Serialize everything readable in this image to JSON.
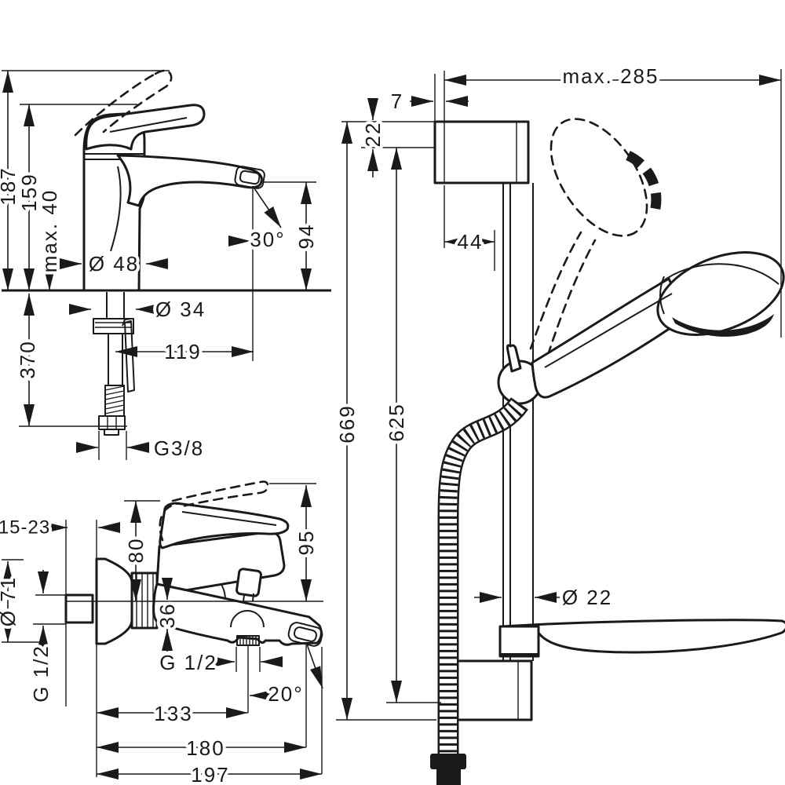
{
  "labels": {
    "basin": {
      "h_total": "187",
      "h_open": "159",
      "deck_max": "max. 40",
      "dia_base": "Ø 48",
      "dia_drain": "Ø 34",
      "reach": "119",
      "hose_len": "370",
      "thread": "G3/8",
      "spout_h": "94",
      "spray_angle": "30°"
    },
    "bath": {
      "wall_depth": "15-23",
      "dia_escutcheon": "Ø 71",
      "thread_wall": "G 1/2",
      "h_handle": "80",
      "h_tip": "95",
      "spout_drop": "36",
      "thread_outlet": "G 1/2",
      "spout_angle": "20°",
      "reach_outlet": "133",
      "reach_spout": "180",
      "reach_total": "197"
    },
    "shower": {
      "reach_max": "max. 285",
      "wall_offset": "7",
      "bracket_top": "22",
      "bracket_depth": "44",
      "len_total": "669",
      "len_bar": "625",
      "dia_bar": "Ø 22"
    }
  },
  "colors": {
    "line": "#1a1a1a",
    "background": "#ffffff"
  }
}
